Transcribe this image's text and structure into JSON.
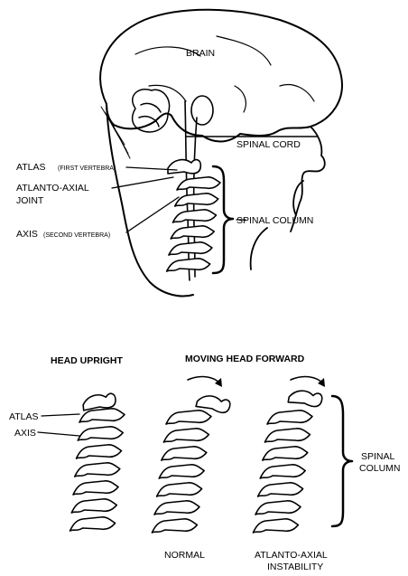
{
  "top_panel": {
    "brain": "BRAIN",
    "spinal_cord": "SPINAL CORD",
    "atlas": "ATLAS",
    "atlas_note": "(FIRST VERTEBRA)",
    "joint_line1": "ATLANTO-AXIAL",
    "joint_line2": "JOINT",
    "axis": "AXIS",
    "axis_note": "(SECOND VERTEBRA)",
    "spinal_column": "SPINAL COLUMN"
  },
  "bottom_panel": {
    "head_upright": "HEAD UPRIGHT",
    "moving_forward": "MOVING HEAD FORWARD",
    "atlas": "ATLAS",
    "axis": "AXIS",
    "spinal": "SPINAL",
    "column": "COLUMN",
    "normal": "NORMAL",
    "instability_line1": "ATLANTO-AXIAL",
    "instability_line2": "INSTABILITY"
  }
}
